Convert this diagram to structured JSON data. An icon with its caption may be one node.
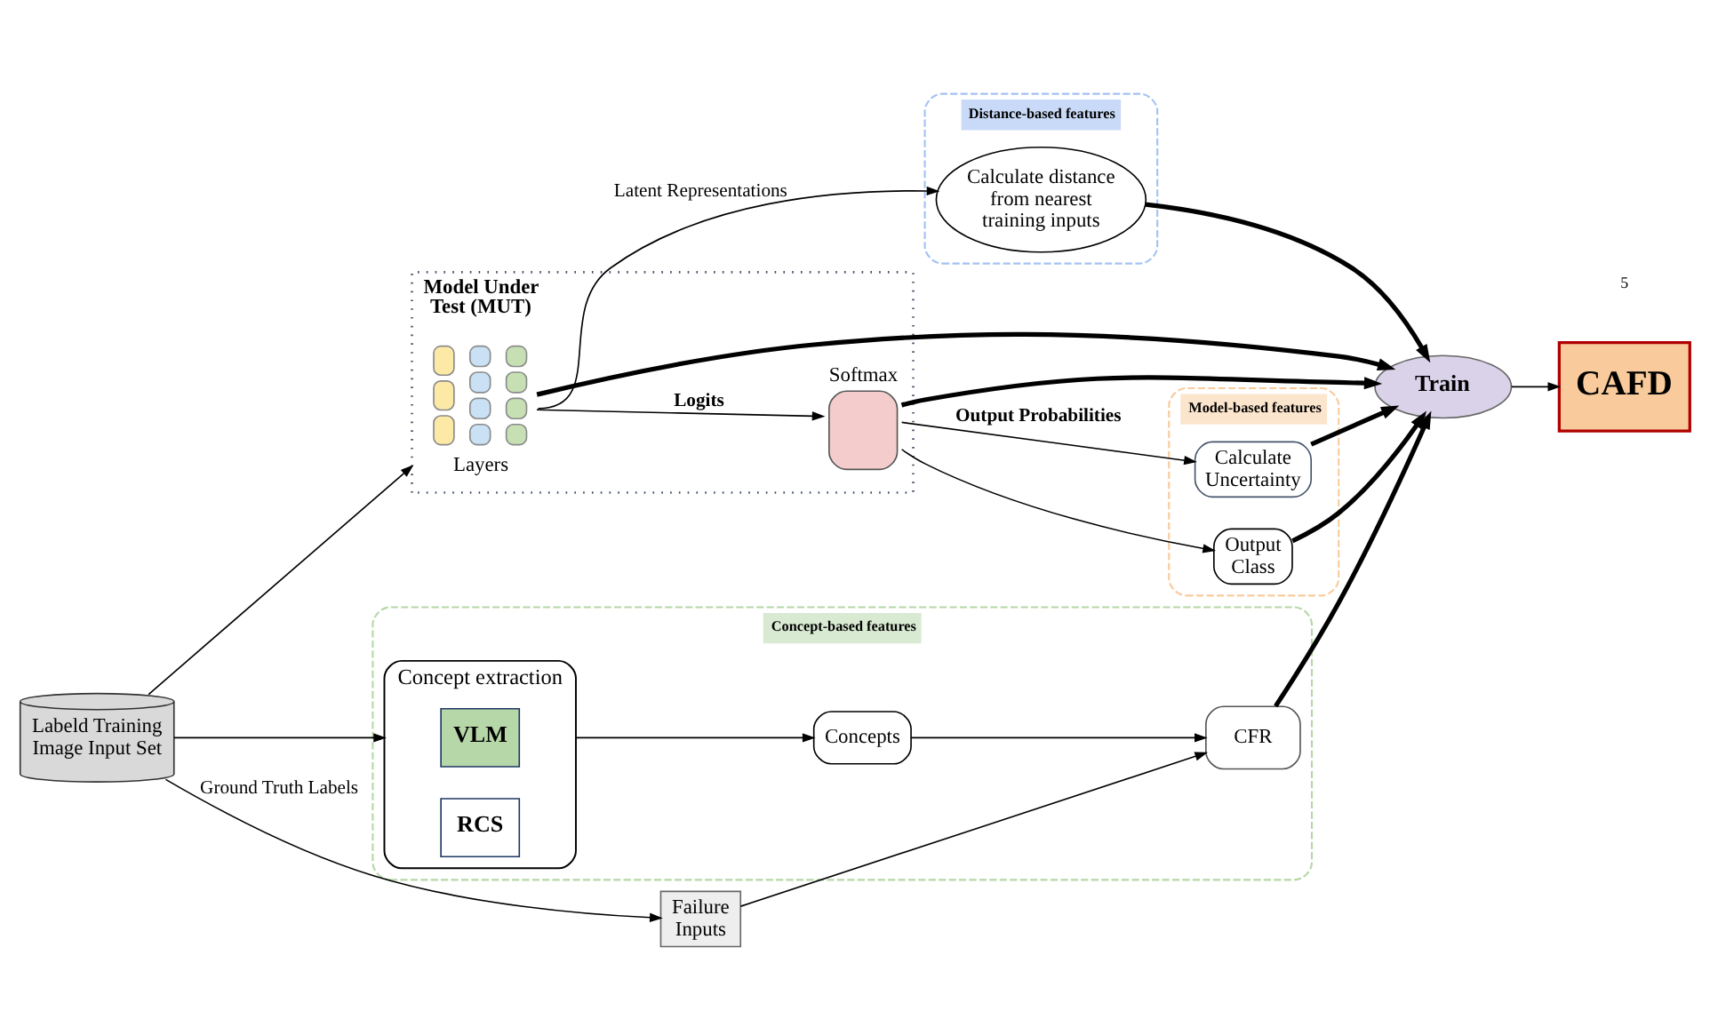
{
  "diagram": {
    "nodes": [
      {
        "text": [
          "Labeld Training Image Input Set"
        ]
      },
      {
        "text": [
          "Model Under Test (MUT)"
        ]
      },
      {
        "text": [],
        "shape": "picture",
        "beside": [
          "Layers"
        ],
        "in": 1
      },
      {
        "text": [
          "Softmax"
        ],
        "in": 1
      },
      {
        "text": [
          "Distance-based features"
        ]
      },
      {
        "text": [
          "Calculate distance from nearest training inputs"
        ],
        "in": 4
      },
      {
        "text": [
          "Model-based features"
        ]
      },
      {
        "text": [
          "Output Class"
        ],
        "in": 6
      },
      {
        "text": [
          "Calculate Uncertainty"
        ],
        "in": 6
      },
      {
        "text": [
          "Train"
        ]
      },
      {
        "text": [
          "CAFD"
        ]
      },
      {
        "text": [
          "Failure Inputs"
        ]
      },
      {
        "text": [
          "Concept-based features"
        ]
      },
      {
        "text": [
          "Concept extraction"
        ],
        "in": 12
      },
      {
        "text": [
          "VLM"
        ],
        "in": 13
      },
      {
        "text": [
          "RCS"
        ],
        "in": 13
      },
      {
        "text": [
          "Concepts"
        ],
        "in": 12
      },
      {
        "text": [
          "CFR"
        ],
        "in": 12
      }
    ],
    "edges": [
      {
        "from": 0,
        "to": 1,
        "arrow": "to"
      },
      {
        "from": 2,
        "to": 5,
        "arrow": "to",
        "label": "Latent Representations"
      },
      {
        "from": 2,
        "to": 3,
        "arrow": "to",
        "label": "Logits"
      },
      {
        "from": 2,
        "to": 9,
        "arrow": "to",
        "style": "thick"
      },
      {
        "from": 3,
        "to": 7,
        "arrow": "to"
      },
      {
        "from": 3,
        "to": 8,
        "arrow": "to",
        "label": "Output Probabilities"
      },
      {
        "from": 3,
        "to": 9,
        "arrow": "to",
        "style": "thick"
      },
      {
        "from": 5,
        "to": 9,
        "arrow": "to",
        "style": "thick"
      },
      {
        "from": 7,
        "to": 9,
        "arrow": "to",
        "style": "thick"
      },
      {
        "from": 8,
        "to": 9,
        "arrow": "to",
        "style": "thick"
      },
      {
        "from": 9,
        "to": 10,
        "arrow": "to"
      },
      {
        "from": 0,
        "to": 11,
        "arrow": "to",
        "label": "Ground Truth Labels"
      },
      {
        "from": 0,
        "to": 13,
        "arrow": "to"
      },
      {
        "from": 13,
        "to": 16,
        "arrow": "to"
      },
      {
        "from": 16,
        "to": 17,
        "arrow": "to"
      },
      {
        "from": 11,
        "to": 17,
        "arrow": "to"
      },
      {
        "from": 17,
        "to": 9,
        "arrow": "to",
        "style": "thick"
      }
    ],
    "labels": [
      "5"
    ]
  }
}
